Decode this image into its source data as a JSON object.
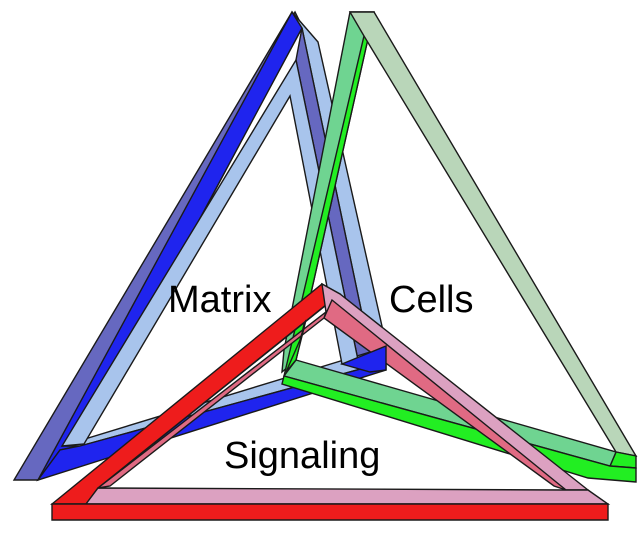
{
  "diagram": {
    "labels": {
      "matrix": "Matrix",
      "cells": "Cells",
      "signaling": "Signaling"
    },
    "colors": {
      "blue_dark": "#6668c0",
      "blue_front": "#1f24ee",
      "blue_light": "#a8c4ec",
      "green_front": "#22ee22",
      "green_dark": "#6fd491",
      "green_light": "#b9d6b9",
      "red_front": "#ee1c1c",
      "red_dark": "#e06a83",
      "red_light": "#dca1c1",
      "background": "#ffffff",
      "outline": "#1a1a1a",
      "text": "#000000"
    }
  }
}
